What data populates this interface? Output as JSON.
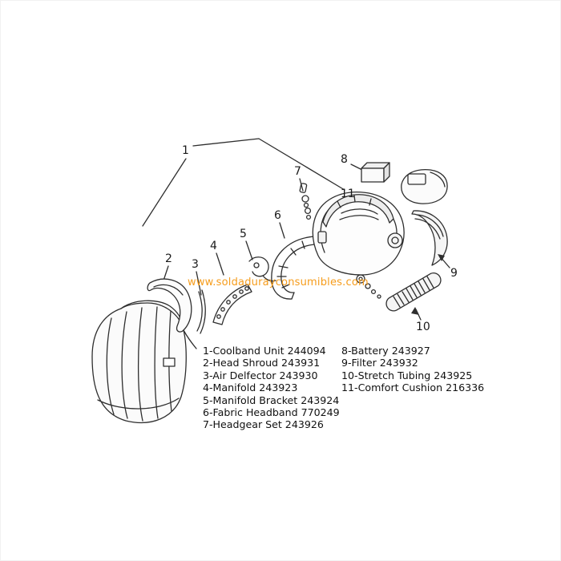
{
  "watermark": {
    "text": "www.soldadurayconsumibles.com",
    "color": "#f69c1b"
  },
  "diagram": {
    "line_color": "#2e2e2e",
    "callouts": [
      {
        "label": "1"
      },
      {
        "label": "2"
      },
      {
        "label": "3"
      },
      {
        "label": "4"
      },
      {
        "label": "5"
      },
      {
        "label": "6"
      },
      {
        "label": "7"
      },
      {
        "label": "8"
      },
      {
        "label": "9"
      },
      {
        "label": "10"
      },
      {
        "label": "11"
      }
    ]
  },
  "parts_list": {
    "left": [
      "1-Coolband Unit 244094",
      "2-Head Shroud 243931",
      "3-Air Delfector 243930",
      "4-Manifold 243923",
      "5-Manifold Bracket 243924",
      "6-Fabric Headband 770249",
      "7-Headgear Set 243926"
    ],
    "right": [
      "8-Battery 243927",
      "9-Filter 243932",
      "10-Stretch Tubing 243925",
      "11-Comfort Cushion 216336"
    ]
  }
}
